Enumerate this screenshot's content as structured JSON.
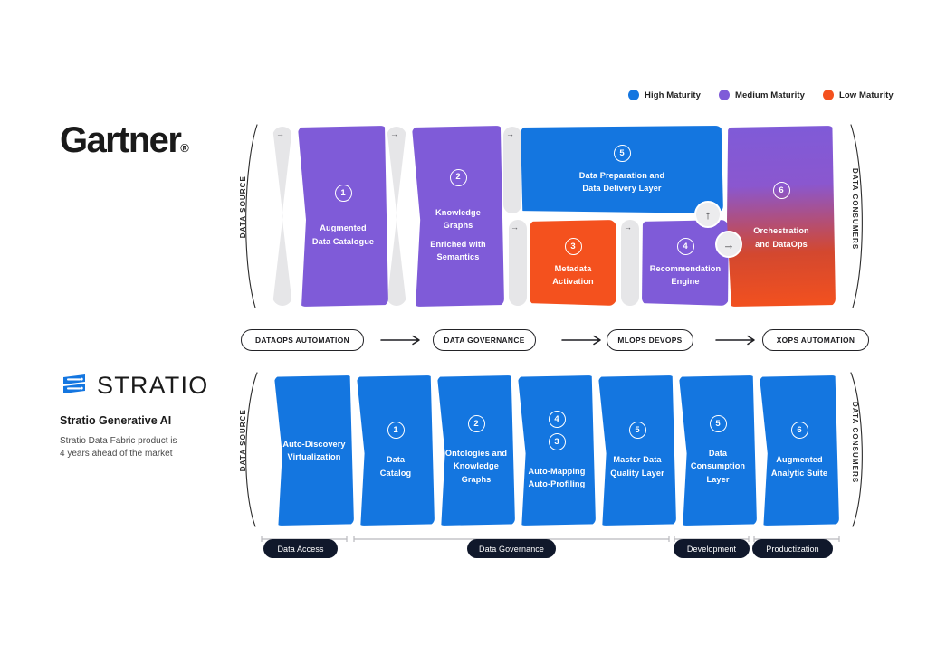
{
  "legend": {
    "items": [
      {
        "label": "High Maturity",
        "color": "#1476e0",
        "icon": "circle-dot-icon"
      },
      {
        "label": "Medium Maturity",
        "color": "#7f5bd8",
        "icon": "circle-dot-icon"
      },
      {
        "label": "Low Maturity",
        "color": "#f4511e",
        "icon": "circle-dot-icon"
      }
    ]
  },
  "gartner": {
    "wordmark": "Gartner",
    "registered": "®"
  },
  "stratio": {
    "logo_icon": "stratio-layers-icon",
    "wordmark": "STRATIO",
    "title": "Stratio Generative AI",
    "subtitle": "Stratio Data Fabric product is\n4 years ahead of the market"
  },
  "top_row": {
    "left_axis_label": "DATA SOURCE",
    "right_axis_label": "DATA CONSUMERS",
    "stages": [
      {
        "number": "1",
        "lines": [
          "Augmented",
          "Data Catalogue"
        ],
        "color": "#7f5bd8",
        "maturity": "Medium Maturity"
      },
      {
        "number": "2",
        "lines": [
          "Knowledge",
          "Graphs",
          "",
          "Enriched with",
          "Semantics"
        ],
        "color": "#7f5bd8",
        "maturity": "Medium Maturity"
      },
      {
        "number": "5",
        "lines": [
          "Data Preparation and",
          "Data Delivery Layer"
        ],
        "color": "#1476e0",
        "maturity": "High Maturity"
      },
      {
        "number": "3",
        "lines": [
          "Metadata",
          "Activation"
        ],
        "color": "#f4511e",
        "maturity": "Low Maturity"
      },
      {
        "number": "4",
        "lines": [
          "Recommendation",
          "Engine"
        ],
        "color": "#7f5bd8",
        "maturity": "Medium Maturity"
      },
      {
        "number": "6",
        "lines": [
          "Orchestration",
          "and DataOps"
        ],
        "color": "gradient",
        "gradient_from": "#7f5bd8",
        "gradient_to": "#f4511e",
        "maturity": "Mixed"
      }
    ],
    "connector_arrow": "→",
    "badges": [
      {
        "icon": "arrow-up-icon",
        "glyph": "↑"
      },
      {
        "icon": "arrow-right-icon",
        "glyph": "→"
      }
    ]
  },
  "mid_band": {
    "pills": [
      "DATAOPS AUTOMATION",
      "DATA GOVERNANCE",
      "MLOPS DEVOPS",
      "XOPS AUTOMATION"
    ],
    "arrow_icon": "arrow-right-icon"
  },
  "bottom_row": {
    "left_axis_label": "DATA SOURCE",
    "right_axis_label": "DATA CONSUMERS",
    "color": "#1476e0",
    "stages": [
      {
        "number": "",
        "lines": [
          "Auto-Discovery",
          "Virtualization"
        ]
      },
      {
        "number": "1",
        "lines": [
          "Data",
          "Catalog"
        ]
      },
      {
        "number": "2",
        "lines": [
          "Ontologies and",
          "Knowledge",
          "Graphs"
        ]
      },
      {
        "number": "3",
        "number_top": "4",
        "lines": [
          "Auto-Mapping",
          "Auto-Profiling"
        ]
      },
      {
        "number": "5",
        "lines": [
          "Master Data",
          "Quality Layer"
        ]
      },
      {
        "number": "5",
        "lines": [
          "Data",
          "Consumption",
          "Layer"
        ]
      },
      {
        "number": "6",
        "lines": [
          "Augmented",
          "Analytic Suite"
        ]
      }
    ],
    "group_labels": [
      "Data Access",
      "Data Governance",
      "Development",
      "Productization"
    ]
  }
}
